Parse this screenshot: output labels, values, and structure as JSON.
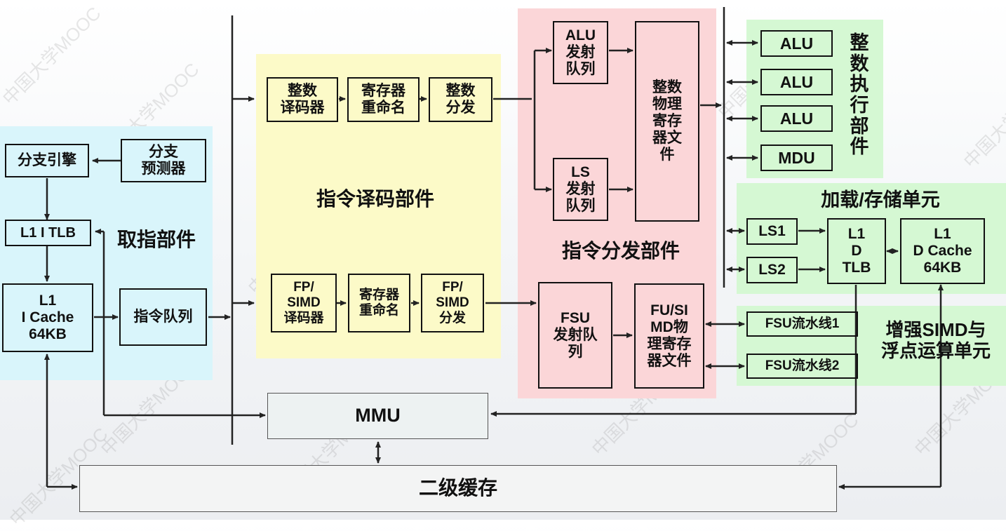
{
  "colors": {
    "fetch_bg": "#d9f5fb",
    "decode_bg": "#fcfac8",
    "dispatch_bg": "#fbd6d8",
    "exec_bg": "#d5f8d3",
    "mmu_bg": "#edf2f2",
    "l2_bg": "#f3f4f4",
    "line": "#222222"
  },
  "fetch": {
    "title": "取指部件",
    "branch_engine": "分支引擎",
    "branch_predictor": "分支\n预测器",
    "itlb": "L1 I TLB",
    "icache": "L1\nI Cache\n64KB",
    "inst_queue": "指令队列"
  },
  "decode": {
    "title": "指令译码部件",
    "int_decoder": "整数\n译码器",
    "int_rename": "寄存器\n重命名",
    "int_dispatch": "整数\n分发",
    "fp_decoder": "FP/\nSIMD\n译码器",
    "fp_rename": "寄存器\n重命名",
    "fp_dispatch": "FP/\nSIMD\n分发"
  },
  "dispatch": {
    "title": "指令分发部件",
    "alu_queue": "ALU\n发射\n队列",
    "ls_queue": "LS\n发射\n队列",
    "int_regfile": "整数\n物理\n寄存\n器文\n件",
    "fsu_queue": "FSU\n发射队\n列",
    "fp_regfile": "FU/SI\nMD物\n理寄存\n器文件"
  },
  "int_exec": {
    "title": "整\n数\n执\n行\n部\n件",
    "units": [
      "ALU",
      "ALU",
      "ALU",
      "MDU"
    ]
  },
  "loadstore": {
    "title": "加载/存储单元",
    "ls1": "LS1",
    "ls2": "LS2",
    "dtlb": "L1\nD\nTLB",
    "dcache": "L1\nD Cache\n64KB"
  },
  "simd": {
    "title": "增强SIMD与\n浮点运算单元",
    "fsu1": "FSU流水线1",
    "fsu2": "FSU流水线2"
  },
  "mmu": "MMU",
  "l2": "二级缓存",
  "watermark": "中国大学MOOC"
}
